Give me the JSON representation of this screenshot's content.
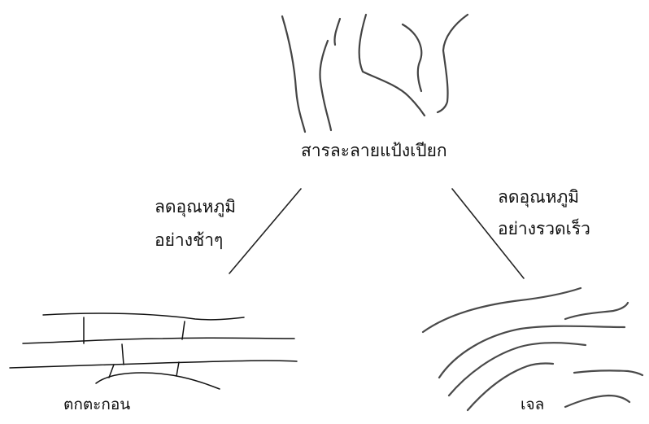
{
  "labels": {
    "center": "สารละลายแป้งเปียก",
    "left_line1": "ลดอุณหภูมิ",
    "left_line2": "อย่างช้าๆ",
    "right_line1": "ลดอุณหภูมิ",
    "right_line2": "อย่างรวดเร็ว",
    "precipitate": "ตกตะกอน",
    "gel": "เจล"
  },
  "colors": {
    "text": "#111111",
    "strands": "#444444",
    "arrows": "#222222",
    "background": "#ffffff"
  }
}
